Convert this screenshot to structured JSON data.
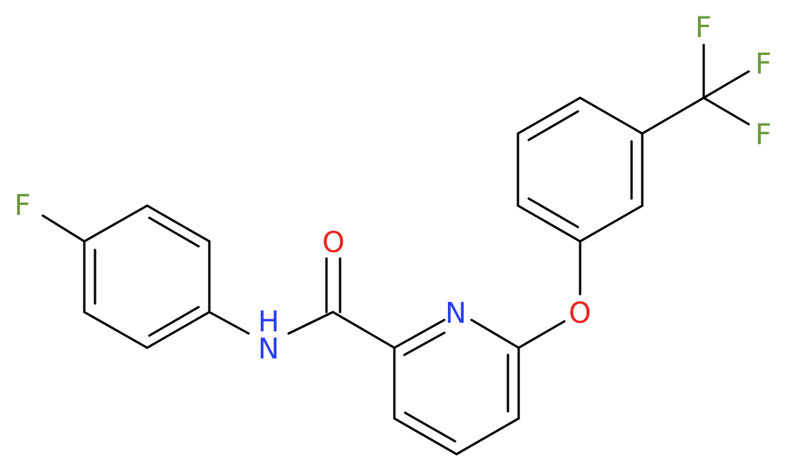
{
  "molecule": {
    "atoms": {
      "f_para": {
        "label": "F",
        "color": "#6a9a3a"
      },
      "nitrogen_amide": {
        "label": "H",
        "label2": "N",
        "color": "#2b3ff0"
      },
      "oxygen_carbonyl": {
        "label": "O",
        "color": "#e8251e"
      },
      "nitrogen_pyridine": {
        "label": "N",
        "color": "#2b3ff0"
      },
      "oxygen_ether": {
        "label": "O",
        "color": "#e8251e"
      },
      "f_cf3_top": {
        "label": "F",
        "color": "#6a9a3a"
      },
      "f_cf3_mid": {
        "label": "F",
        "color": "#6a9a3a"
      },
      "f_cf3_low": {
        "label": "F",
        "color": "#6a9a3a"
      }
    },
    "bond_color": "#000000"
  }
}
